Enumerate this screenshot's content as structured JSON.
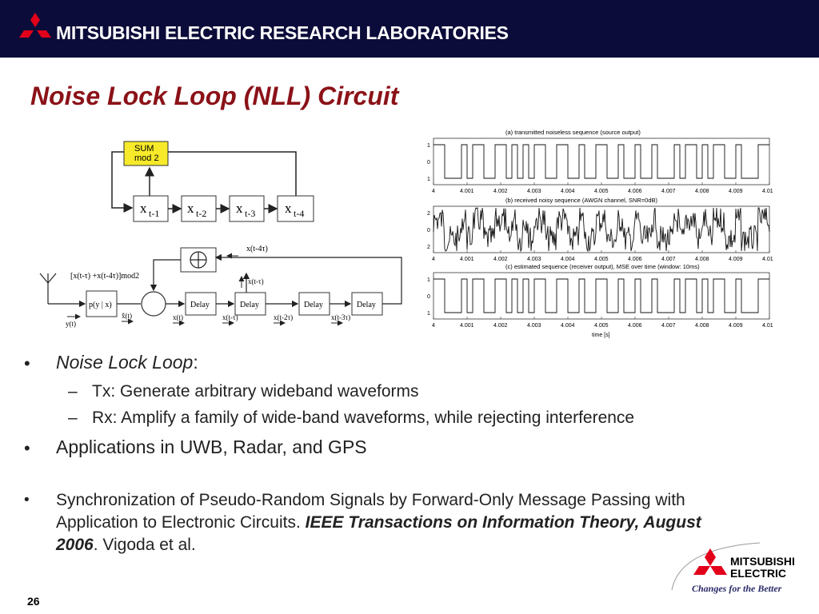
{
  "header": {
    "title": "MITSUBISHI ELECTRIC RESEARCH LABORATORIES",
    "logo_icon": "mitsubishi-three-diamonds",
    "bg_color": "#0c0c3a",
    "logo_color": "#e2001a"
  },
  "slide": {
    "title": "Noise Lock Loop (NLL) Circuit",
    "title_color": "#8b1218",
    "page_number": "26"
  },
  "shift_register": {
    "sum_label_1": "SUM",
    "sum_label_2": "mod 2",
    "cells": [
      "x",
      "x",
      "x",
      "x"
    ],
    "subs": [
      "t-1",
      "t-2",
      "t-3",
      "t-4"
    ]
  },
  "circuit": {
    "feedback_label": "x(t-4τ)",
    "xor_label": "[x(t-τ) +x(t-4τ)]mod2",
    "tap_label": "x(t-τ)",
    "pyx_label": "p(y | x)",
    "delay_label": "Delay",
    "signal_labels": [
      "y(t)",
      "x̂(t)",
      "x(t)",
      "x(t-τ)",
      "x(t-2τ)",
      "x(t-3τ)"
    ]
  },
  "waveforms": {
    "panel_titles": [
      "(a) transmitted noiseless sequence (source output)",
      "(b) received noisy sequence (AWGN channel, SNR=0dB)",
      "(c) estimated sequence (receiver output), MSE over time (window: 10ms)"
    ],
    "x_ticks": [
      "4",
      "4.001",
      "4.002",
      "4.003",
      "4.004",
      "4.005",
      "4.006",
      "4.007",
      "4.008",
      "4.009",
      "4.01"
    ],
    "y_ticks_binary": [
      "1",
      "0",
      "1"
    ],
    "y_ticks_noisy": [
      "2",
      "0",
      "2"
    ],
    "xlabel": "time [s]"
  },
  "bullets": {
    "b1_label": "Noise Lock Loop",
    "b1_colon": ":",
    "sub1": "Tx: Generate arbitrary wideband waveforms",
    "sub2": "Rx: Amplify a family of wide-band waveforms, while rejecting interference",
    "b2": "Applications in UWB, Radar, and GPS",
    "ref_part1": "Synchronization of Pseudo-Random Signals by Forward-Only Message Passing with Application to Electronic Circuits.",
    "ref_journal": "IEEE Transactions on Information Theory, August 2006",
    "ref_part2": ".  Vigoda et al.",
    "bullet_char": "•",
    "dash_char": "–"
  },
  "footer_logo": {
    "line1": "MITSUBISHI",
    "line2": "ELECTRIC",
    "tagline": "Changes for the Better"
  }
}
